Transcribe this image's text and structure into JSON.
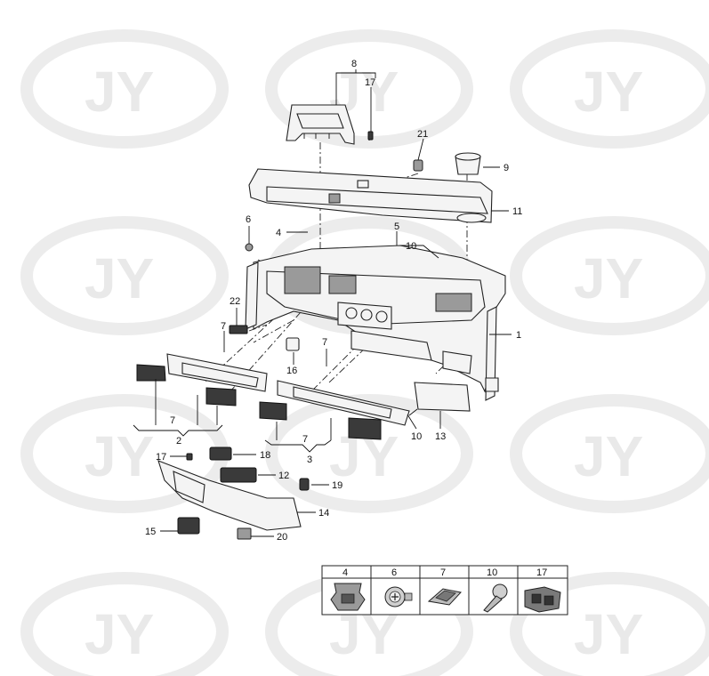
{
  "watermark": {
    "text": "JY"
  },
  "callouts": [
    {
      "id": "c8",
      "label": "8"
    },
    {
      "id": "c17a",
      "label": "17"
    },
    {
      "id": "c21",
      "label": "21"
    },
    {
      "id": "c9",
      "label": "9"
    },
    {
      "id": "c11",
      "label": "11"
    },
    {
      "id": "c6",
      "label": "6"
    },
    {
      "id": "c5",
      "label": "5"
    },
    {
      "id": "c4",
      "label": "4"
    },
    {
      "id": "c10a",
      "label": "10"
    },
    {
      "id": "c22",
      "label": "22"
    },
    {
      "id": "c1",
      "label": "1"
    },
    {
      "id": "c7a",
      "label": "7"
    },
    {
      "id": "c7b",
      "label": "7"
    },
    {
      "id": "c16",
      "label": "16"
    },
    {
      "id": "c7c",
      "label": "7"
    },
    {
      "id": "c2",
      "label": "2"
    },
    {
      "id": "c10b",
      "label": "10"
    },
    {
      "id": "c13",
      "label": "13"
    },
    {
      "id": "c7d",
      "label": "7"
    },
    {
      "id": "c3",
      "label": "3"
    },
    {
      "id": "c17b",
      "label": "17"
    },
    {
      "id": "c18",
      "label": "18"
    },
    {
      "id": "c12",
      "label": "12"
    },
    {
      "id": "c19",
      "label": "19"
    },
    {
      "id": "c14",
      "label": "14"
    },
    {
      "id": "c15",
      "label": "15"
    },
    {
      "id": "c20",
      "label": "20"
    }
  ],
  "fastener_table": {
    "headers": [
      "4",
      "6",
      "7",
      "10",
      "17"
    ],
    "icons": [
      "clip-fastener-icon",
      "screw-icon",
      "spring-clip-icon",
      "push-pin-icon",
      "double-clip-icon"
    ]
  }
}
